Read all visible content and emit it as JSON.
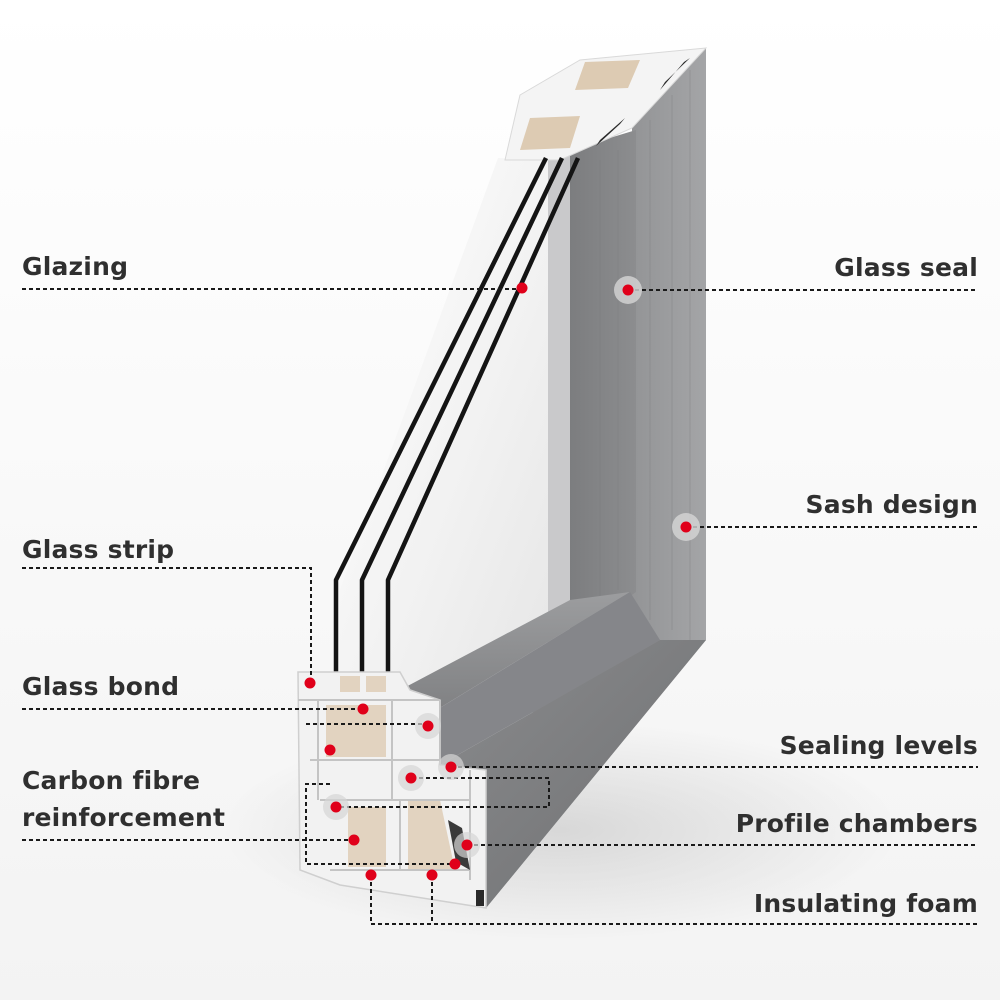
{
  "diagram": {
    "subject": "window-profile-cross-section",
    "colors": {
      "marker": "#e0001a",
      "marker_halo": "#d6d6d6",
      "leader": "#1a1a1a",
      "text": "#2f2f2f",
      "sash_grey": "#8e8f91",
      "sash_dark": "#6e6f71",
      "pvc_white": "#f2f2f2",
      "reinforcement": "#e2d3c0",
      "glass_edge": "#141414"
    }
  },
  "labels": {
    "glazing": "Glazing",
    "glass_seal": "Glass seal",
    "sash_design": "Sash design",
    "glass_strip": "Glass strip",
    "glass_bond": "Glass bond",
    "carbon_line1": "Carbon fibre",
    "carbon_line2": "reinforcement",
    "sealing_levels": "Sealing levels",
    "profile_chambers": "Profile chambers",
    "insulating_foam": "Insulating foam"
  }
}
